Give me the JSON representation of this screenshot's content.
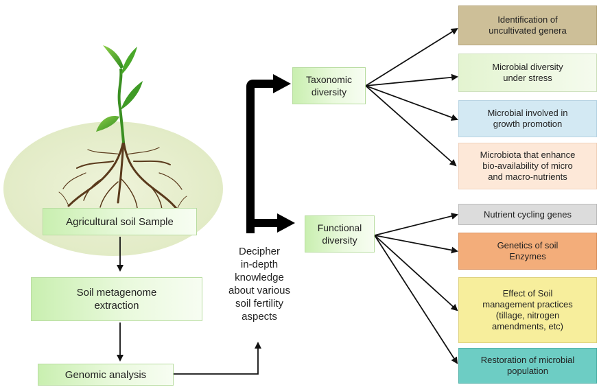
{
  "left": {
    "sample": "Agricultural soil Sample",
    "extraction_line1": "Soil metagenome",
    "extraction_line2": "extraction",
    "analysis": "Genomic analysis"
  },
  "center": {
    "line1": "Decipher",
    "line2": "in-depth",
    "line3": "knowledge",
    "line4": "about various",
    "line5": "soil fertility",
    "line6": "aspects"
  },
  "taxonomic": {
    "line1": "Taxonomic",
    "line2": "diversity",
    "outcomes": [
      {
        "line1": "Identification of",
        "line2": "uncultivated genera"
      },
      {
        "line1": "Microbial diversity",
        "line2": "under stress"
      },
      {
        "line1": "Microbial involved in",
        "line2": "growth promotion"
      },
      {
        "line1": "Microbiota that enhance",
        "line2": "bio-availability of micro",
        "line3": "and macro-nutrients"
      }
    ]
  },
  "functional": {
    "line1": "Functional",
    "line2": "diversity",
    "outcomes": [
      {
        "line1": "Nutrient cycling genes"
      },
      {
        "line1": "Genetics of soil",
        "line2": "Enzymes"
      },
      {
        "line1": "Effect of Soil",
        "line2": "management practices",
        "line3": "(tillage, nitrogen",
        "line4": "amendments, etc)"
      },
      {
        "line1": "Restoration of microbial",
        "line2": "population"
      }
    ]
  }
}
